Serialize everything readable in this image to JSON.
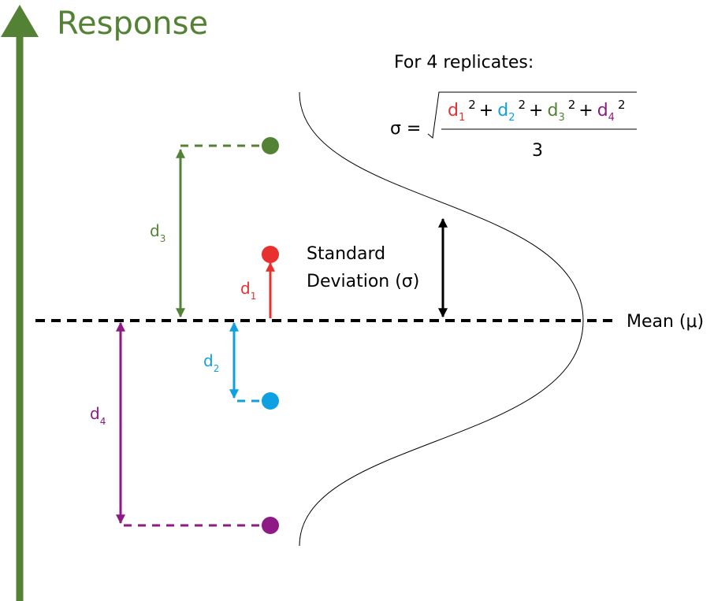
{
  "axis": {
    "label": "Response",
    "color": "#548235"
  },
  "formula": {
    "heading": "For 4 replicates:",
    "sigma_symbol": "σ =",
    "numerator": [
      {
        "base": "d",
        "sub": "1",
        "color": "#e8302e"
      },
      {
        "base": "d",
        "sub": "2",
        "color": "#0ea0e0"
      },
      {
        "base": "d",
        "sub": "3",
        "color": "#548235"
      },
      {
        "base": "d",
        "sub": "4",
        "color": "#8e1a85"
      }
    ],
    "exponent": "2",
    "plus": "+",
    "denominator": "3"
  },
  "mean": {
    "label": "Mean (μ)"
  },
  "std_dev": {
    "line1": "Standard",
    "line2": "Deviation (σ)"
  },
  "replicates": [
    {
      "name": "d",
      "sub": "1",
      "color": "#e8302e"
    },
    {
      "name": "d",
      "sub": "2",
      "color": "#0ea0e0"
    },
    {
      "name": "d",
      "sub": "3",
      "color": "#548235"
    },
    {
      "name": "d",
      "sub": "4",
      "color": "#8e1a85"
    }
  ]
}
